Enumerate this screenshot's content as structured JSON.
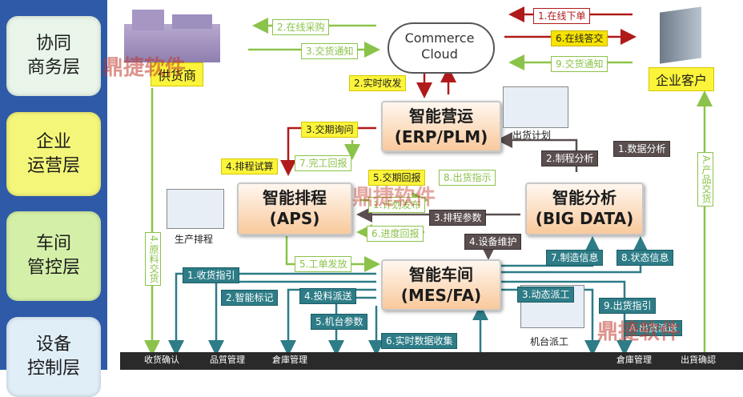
{
  "layers": [
    "协同\n商务层",
    "企业\n运营层",
    "车间\n管控层",
    "设备\n控制层"
  ],
  "colors": {
    "layer_bg": "#2e5aa8",
    "layer_fills": [
      "#e8f5e8",
      "#f4f67a",
      "#d4f0a8",
      "#e0eef8"
    ],
    "green": "#8bc34a",
    "teal": "#2d7c87",
    "dark_red": "#b01a1a",
    "yellow": "#fbf43a",
    "watermark": "#c0392b"
  },
  "nodes": {
    "cloud": "Commerce\nCloud",
    "supplier": "供货商",
    "customer": "企业客户",
    "erp": [
      "智能营运",
      "(ERP/PLM)"
    ],
    "aps": [
      "智能排程",
      "(APS)"
    ],
    "big_data": [
      "智能分析",
      "(BIG DATA)"
    ],
    "mes": [
      "智能车间",
      "(MES/FA)"
    ]
  },
  "captions": {
    "ship_plan": "出货计划",
    "production_schedule": "生产排程",
    "machine_dispatch": "机台派工"
  },
  "flows": {
    "online_purchase": "2.在线采购",
    "delivery_notice_supplier": "3.交货通知",
    "online_order": "1.在线下单",
    "online_delivery": "6.在线答交",
    "delivery_notice_customer": "9.交货通知",
    "realtime_receipt": "2.实时收发",
    "delivery_inquiry": "3.交期询问",
    "schedule_trial": "4.排程试算",
    "completion_report": "7.完工回报",
    "delivery_reply": "5.交期回报",
    "shipping_instruction": "8.出货指示",
    "plan_release": "1.计划发布",
    "progress_report": "6.进度回报",
    "schedule_params": "3.排程参数",
    "equipment_maintenance": "4.设备维护",
    "data_analysis": "1.数据分析",
    "manufacturing_analysis": "2.制程分析",
    "material_delivery": "4.原料交货",
    "product_delivery": "A.产品交货",
    "work_order_release": "5.工单发放",
    "manufacturing_info": "7.制造信息",
    "status_info": "8.状态信息",
    "receiving_guide": "1.收货指引",
    "smart_marking": "2.智能标记",
    "feeding_dispatch": "4.投料派送",
    "machine_params": "5.机台参数",
    "realtime_collection": "6.实时数据收集",
    "dynamic_dispatch": "3.动态派工",
    "shipping_guide": "9.出货指引",
    "shipping_dispatch": "A.出货派送"
  },
  "bottom_tabs": [
    "收货确认",
    "品質管理",
    "倉庫管理",
    "出貨确認"
  ],
  "watermark": "鼎捷软件"
}
